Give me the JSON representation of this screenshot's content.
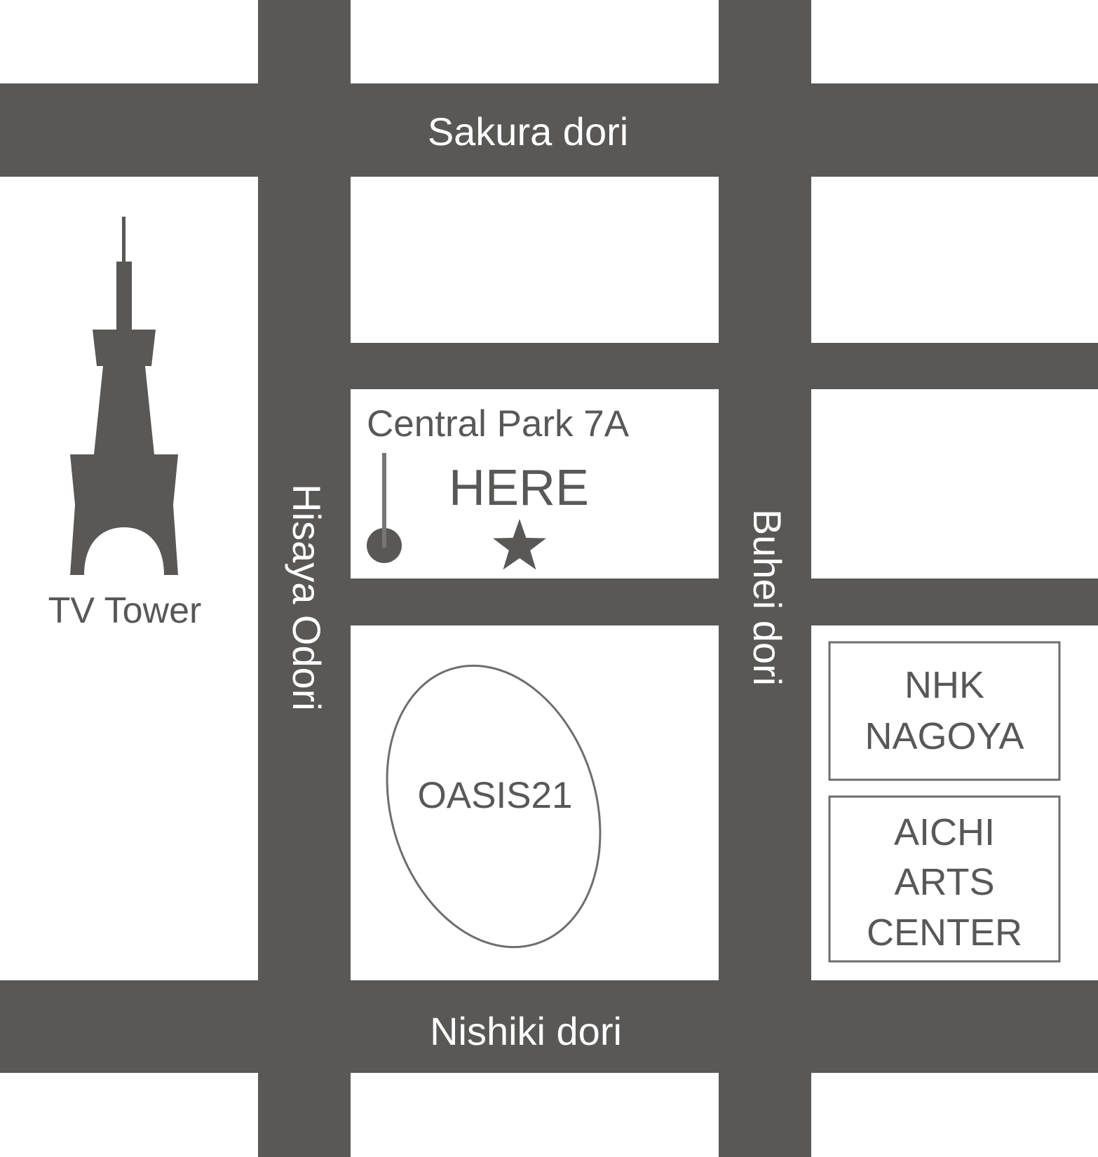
{
  "map": {
    "colors": {
      "road": "#595856",
      "background": "#ffffff",
      "text": "#595856"
    },
    "roads": {
      "sakura": "Sakura dori",
      "nishiki": "Nishiki dori",
      "hisaya": "Hisaya Odori",
      "buhei": "Buhei dori"
    },
    "landmarks": {
      "tv_tower": "TV Tower",
      "central_park": "Central Park 7A",
      "here": "HERE",
      "oasis": "OASIS21",
      "nhk": [
        "NHK",
        "NAGOYA"
      ],
      "aichi": [
        "AICHI",
        "ARTS",
        "CENTER"
      ]
    },
    "icons": {
      "tower": "tower-icon",
      "pin": "map-pin-icon",
      "star": "star-icon"
    }
  }
}
